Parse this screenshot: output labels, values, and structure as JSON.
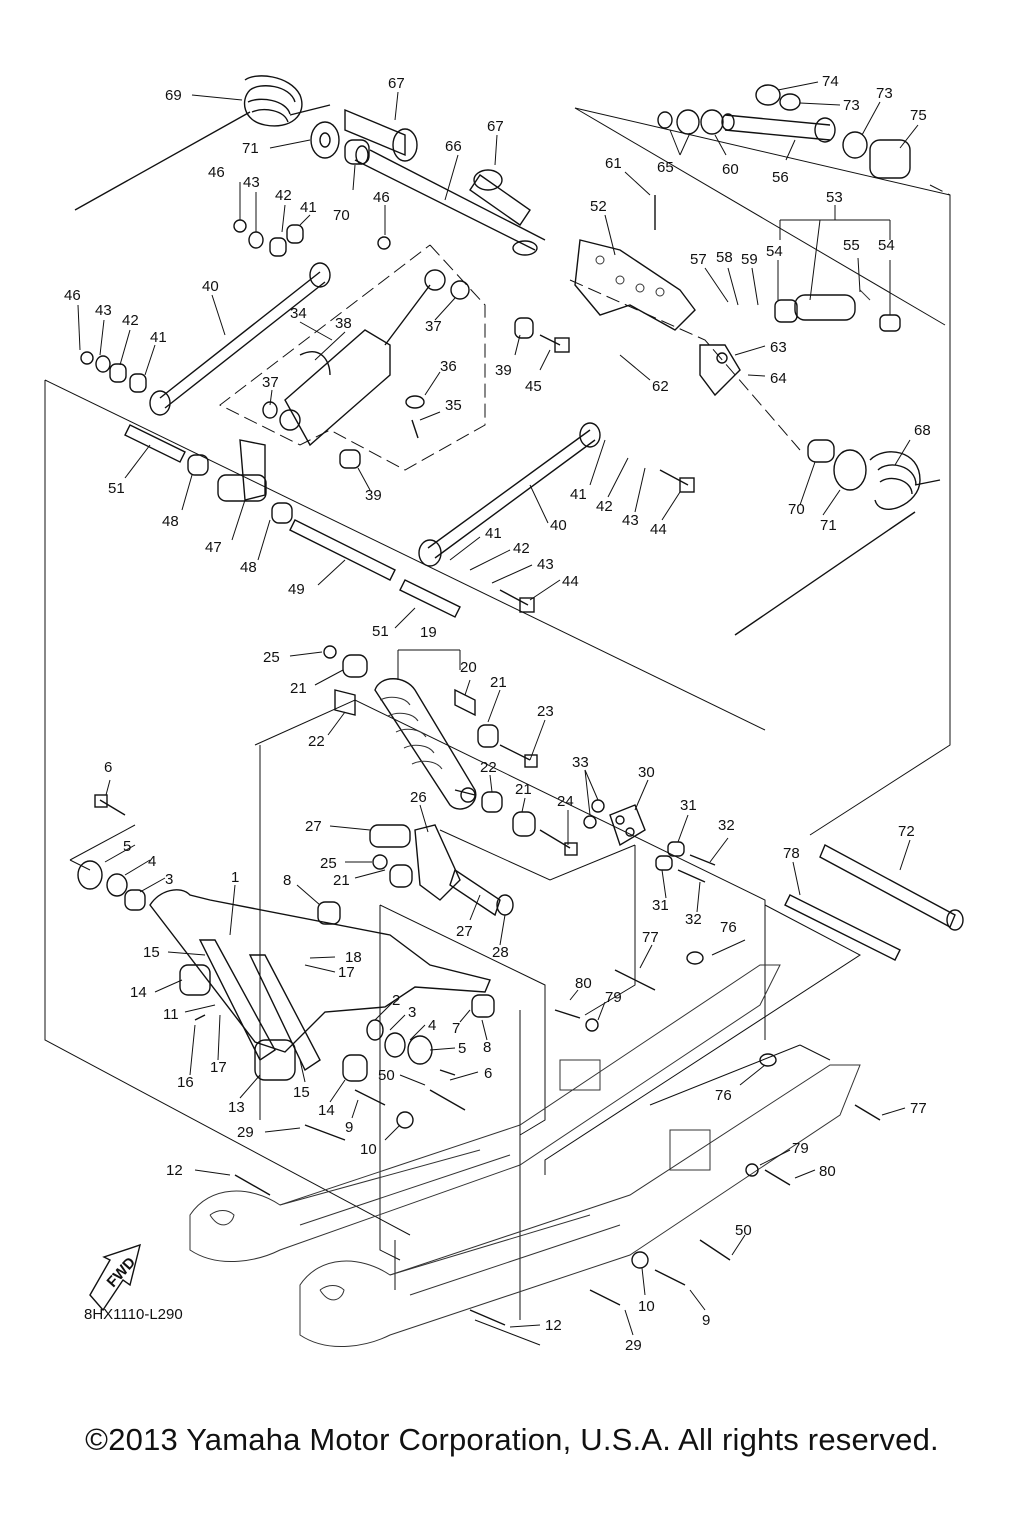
{
  "diagram": {
    "reference_code": "8HX1110-L290",
    "fwd_label": "FWD",
    "copyright": "©2013 Yamaha Motor Corporation, U.S.A. All rights reserved.",
    "callouts": [
      {
        "id": "c69",
        "text": "69"
      },
      {
        "id": "c67a",
        "text": "67"
      },
      {
        "id": "c67b",
        "text": "67"
      },
      {
        "id": "c74",
        "text": "74"
      },
      {
        "id": "c73a",
        "text": "73"
      },
      {
        "id": "c73b",
        "text": "73"
      },
      {
        "id": "c75",
        "text": "75"
      },
      {
        "id": "c71a",
        "text": "71"
      },
      {
        "id": "c66",
        "text": "66"
      },
      {
        "id": "c65",
        "text": "65"
      },
      {
        "id": "c60",
        "text": "60"
      },
      {
        "id": "c56",
        "text": "56"
      },
      {
        "id": "c46a",
        "text": "46"
      },
      {
        "id": "c43a",
        "text": "43"
      },
      {
        "id": "c42a",
        "text": "42"
      },
      {
        "id": "c41a",
        "text": "41"
      },
      {
        "id": "c70a",
        "text": "70"
      },
      {
        "id": "c46b",
        "text": "46"
      },
      {
        "id": "c61",
        "text": "61"
      },
      {
        "id": "c53",
        "text": "53"
      },
      {
        "id": "c52",
        "text": "52"
      },
      {
        "id": "c57",
        "text": "57"
      },
      {
        "id": "c58",
        "text": "58"
      },
      {
        "id": "c59",
        "text": "59"
      },
      {
        "id": "c54a",
        "text": "54"
      },
      {
        "id": "c55",
        "text": "55"
      },
      {
        "id": "c54b",
        "text": "54"
      },
      {
        "id": "c46c",
        "text": "46"
      },
      {
        "id": "c40a",
        "text": "40"
      },
      {
        "id": "c43b",
        "text": "43"
      },
      {
        "id": "c42b",
        "text": "42"
      },
      {
        "id": "c34",
        "text": "34"
      },
      {
        "id": "c38",
        "text": "38"
      },
      {
        "id": "c37a",
        "text": "37"
      },
      {
        "id": "c41b",
        "text": "41"
      },
      {
        "id": "c63",
        "text": "63"
      },
      {
        "id": "c39a",
        "text": "39"
      },
      {
        "id": "c45",
        "text": "45"
      },
      {
        "id": "c62",
        "text": "62"
      },
      {
        "id": "c64",
        "text": "64"
      },
      {
        "id": "c36",
        "text": "36"
      },
      {
        "id": "c37b",
        "text": "37"
      },
      {
        "id": "c35",
        "text": "35"
      },
      {
        "id": "c68",
        "text": "68"
      },
      {
        "id": "c51a",
        "text": "51"
      },
      {
        "id": "c39b",
        "text": "39"
      },
      {
        "id": "c41c",
        "text": "41"
      },
      {
        "id": "c42c",
        "text": "42"
      },
      {
        "id": "c43c",
        "text": "43"
      },
      {
        "id": "c44a",
        "text": "44"
      },
      {
        "id": "c48a",
        "text": "48"
      },
      {
        "id": "c70b",
        "text": "70"
      },
      {
        "id": "c71b",
        "text": "71"
      },
      {
        "id": "c47",
        "text": "47"
      },
      {
        "id": "c40b",
        "text": "40"
      },
      {
        "id": "c48b",
        "text": "48"
      },
      {
        "id": "c41d",
        "text": "41"
      },
      {
        "id": "c42d",
        "text": "42"
      },
      {
        "id": "c43d",
        "text": "43"
      },
      {
        "id": "c49",
        "text": "49"
      },
      {
        "id": "c44b",
        "text": "44"
      },
      {
        "id": "c51b",
        "text": "51"
      },
      {
        "id": "c19",
        "text": "19"
      },
      {
        "id": "c25a",
        "text": "25"
      },
      {
        "id": "c20",
        "text": "20"
      },
      {
        "id": "c21a",
        "text": "21"
      },
      {
        "id": "c21b",
        "text": "21"
      },
      {
        "id": "c22a",
        "text": "22"
      },
      {
        "id": "c23",
        "text": "23"
      },
      {
        "id": "c6a",
        "text": "6"
      },
      {
        "id": "c33",
        "text": "33"
      },
      {
        "id": "c30",
        "text": "30"
      },
      {
        "id": "c22b",
        "text": "22"
      },
      {
        "id": "c21c",
        "text": "21"
      },
      {
        "id": "c26",
        "text": "26"
      },
      {
        "id": "c24",
        "text": "24"
      },
      {
        "id": "c31a",
        "text": "31"
      },
      {
        "id": "c27a",
        "text": "27"
      },
      {
        "id": "c32a",
        "text": "32"
      },
      {
        "id": "c72",
        "text": "72"
      },
      {
        "id": "c5a",
        "text": "5"
      },
      {
        "id": "c4a",
        "text": "4"
      },
      {
        "id": "c25b",
        "text": "25"
      },
      {
        "id": "c78",
        "text": "78"
      },
      {
        "id": "c3a",
        "text": "3"
      },
      {
        "id": "c1",
        "text": "1"
      },
      {
        "id": "c8a",
        "text": "8"
      },
      {
        "id": "c21d",
        "text": "21"
      },
      {
        "id": "c31b",
        "text": "31"
      },
      {
        "id": "c32b",
        "text": "32"
      },
      {
        "id": "c27b",
        "text": "27"
      },
      {
        "id": "c76a",
        "text": "76"
      },
      {
        "id": "c28",
        "text": "28"
      },
      {
        "id": "c15a",
        "text": "15"
      },
      {
        "id": "c18",
        "text": "18"
      },
      {
        "id": "c77a",
        "text": "77"
      },
      {
        "id": "c17a",
        "text": "17"
      },
      {
        "id": "c80a",
        "text": "80"
      },
      {
        "id": "c79a",
        "text": "79"
      },
      {
        "id": "c14a",
        "text": "14"
      },
      {
        "id": "c2",
        "text": "2"
      },
      {
        "id": "c11",
        "text": "11"
      },
      {
        "id": "c3b",
        "text": "3"
      },
      {
        "id": "c7",
        "text": "7"
      },
      {
        "id": "c8b",
        "text": "8"
      },
      {
        "id": "c4b",
        "text": "4"
      },
      {
        "id": "c17b",
        "text": "17"
      },
      {
        "id": "c5b",
        "text": "5"
      },
      {
        "id": "c16",
        "text": "16"
      },
      {
        "id": "c50a",
        "text": "50"
      },
      {
        "id": "c6b",
        "text": "6"
      },
      {
        "id": "c13",
        "text": "13"
      },
      {
        "id": "c15b",
        "text": "15"
      },
      {
        "id": "c76b",
        "text": "76"
      },
      {
        "id": "c14b",
        "text": "14"
      },
      {
        "id": "c77b",
        "text": "77"
      },
      {
        "id": "c9a",
        "text": "9"
      },
      {
        "id": "c29a",
        "text": "29"
      },
      {
        "id": "c10a",
        "text": "10"
      },
      {
        "id": "c12a",
        "text": "12"
      },
      {
        "id": "c79b",
        "text": "79"
      },
      {
        "id": "c80b",
        "text": "80"
      },
      {
        "id": "c50b",
        "text": "50"
      },
      {
        "id": "c10b",
        "text": "10"
      },
      {
        "id": "c9b",
        "text": "9"
      },
      {
        "id": "c12b",
        "text": "12"
      },
      {
        "id": "c29b",
        "text": "29"
      }
    ]
  }
}
